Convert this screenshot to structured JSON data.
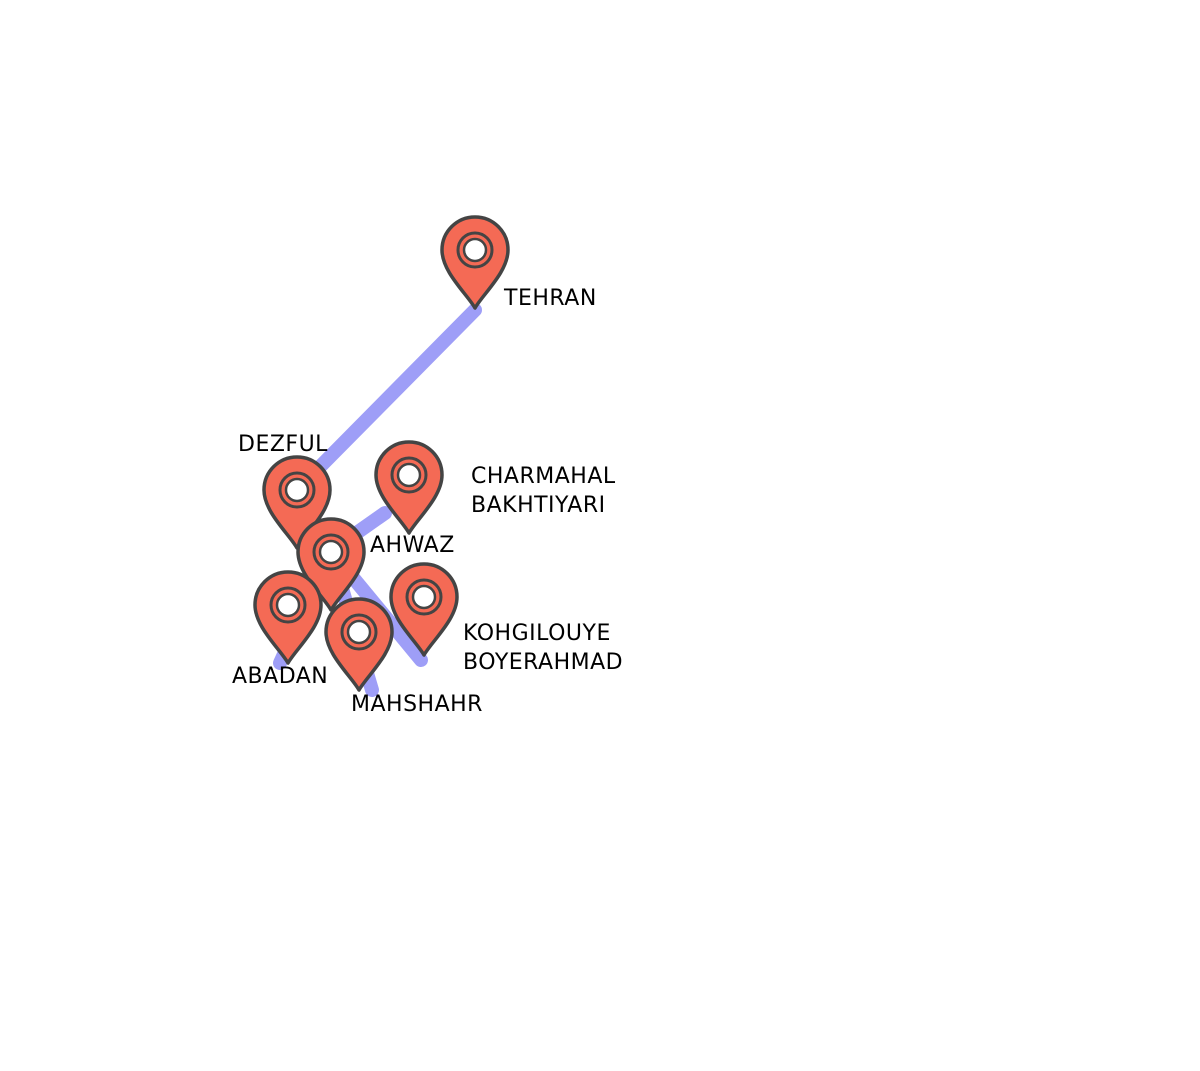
{
  "colors": {
    "route": "#9e9ef7",
    "marker_fill": "#f46a55",
    "marker_stroke": "#444444",
    "marker_center": "#ffffff",
    "label": "#000000"
  },
  "icons": {
    "marker": "map-pin-icon"
  },
  "cities": [
    {
      "id": "tehran",
      "label_lines": [
        "TEHRAN"
      ]
    },
    {
      "id": "dezful",
      "label_lines": [
        "DEZFUL"
      ]
    },
    {
      "id": "charmahal-bakhtiyari",
      "label_lines": [
        "CHARMAHAL",
        "BAKHTIYARI"
      ]
    },
    {
      "id": "ahwaz",
      "label_lines": [
        "AHWAZ"
      ]
    },
    {
      "id": "kohgilouye-boyerahmad",
      "label_lines": [
        "KOHGILOUYE",
        "BOYERAHMAD"
      ]
    },
    {
      "id": "abadan",
      "label_lines": [
        "ABADAN"
      ]
    },
    {
      "id": "mahshahr",
      "label_lines": [
        "MAHSHAHR"
      ]
    }
  ],
  "routes": [
    [
      "tehran",
      "dezful"
    ],
    [
      "dezful",
      "ahwaz"
    ],
    [
      "ahwaz",
      "charmahal-bakhtiyari"
    ],
    [
      "ahwaz",
      "kohgilouye-boyerahmad"
    ],
    [
      "ahwaz",
      "abadan"
    ],
    [
      "ahwaz",
      "mahshahr"
    ]
  ]
}
